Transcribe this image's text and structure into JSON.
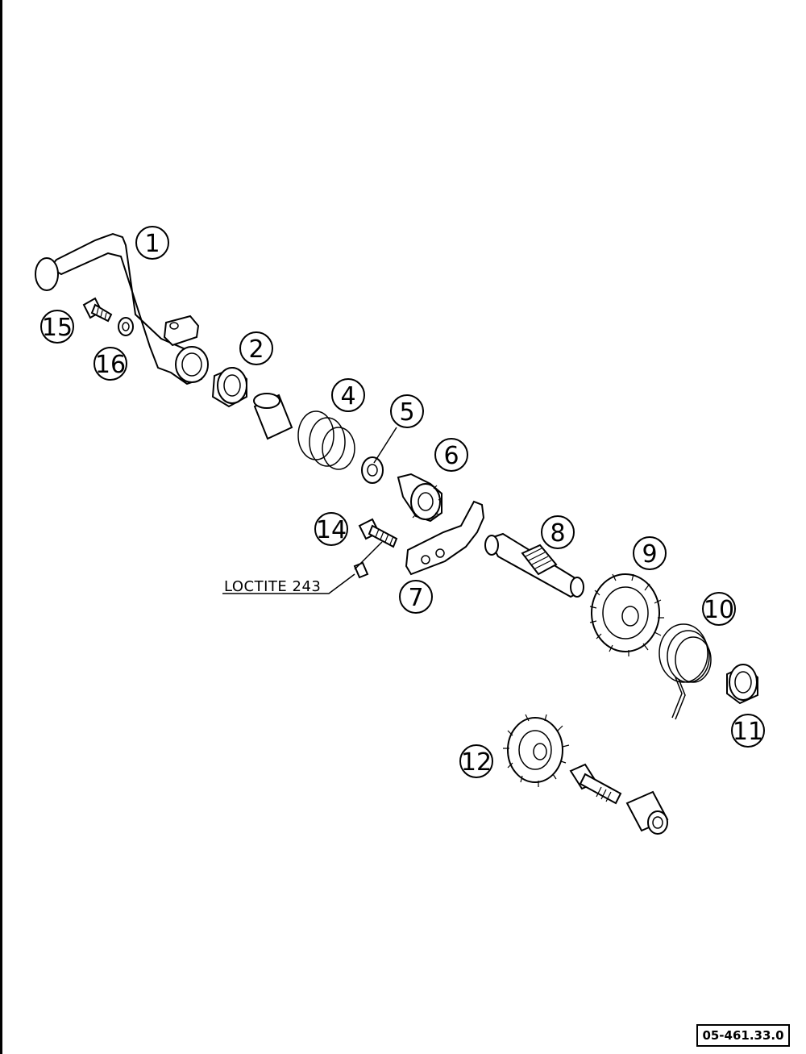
{
  "diagram": {
    "callouts": [
      {
        "id": "1",
        "label": "1"
      },
      {
        "id": "2",
        "label": "2"
      },
      {
        "id": "4",
        "label": "4"
      },
      {
        "id": "5",
        "label": "5"
      },
      {
        "id": "6",
        "label": "6"
      },
      {
        "id": "7",
        "label": "7"
      },
      {
        "id": "8",
        "label": "8"
      },
      {
        "id": "9",
        "label": "9"
      },
      {
        "id": "10",
        "label": "10"
      },
      {
        "id": "11",
        "label": "11"
      },
      {
        "id": "12",
        "label": "12"
      },
      {
        "id": "14",
        "label": "14"
      },
      {
        "id": "15",
        "label": "15"
      },
      {
        "id": "16",
        "label": "16"
      }
    ],
    "note": "LOCTITE 243",
    "reference_number": "05-461.33.0"
  }
}
